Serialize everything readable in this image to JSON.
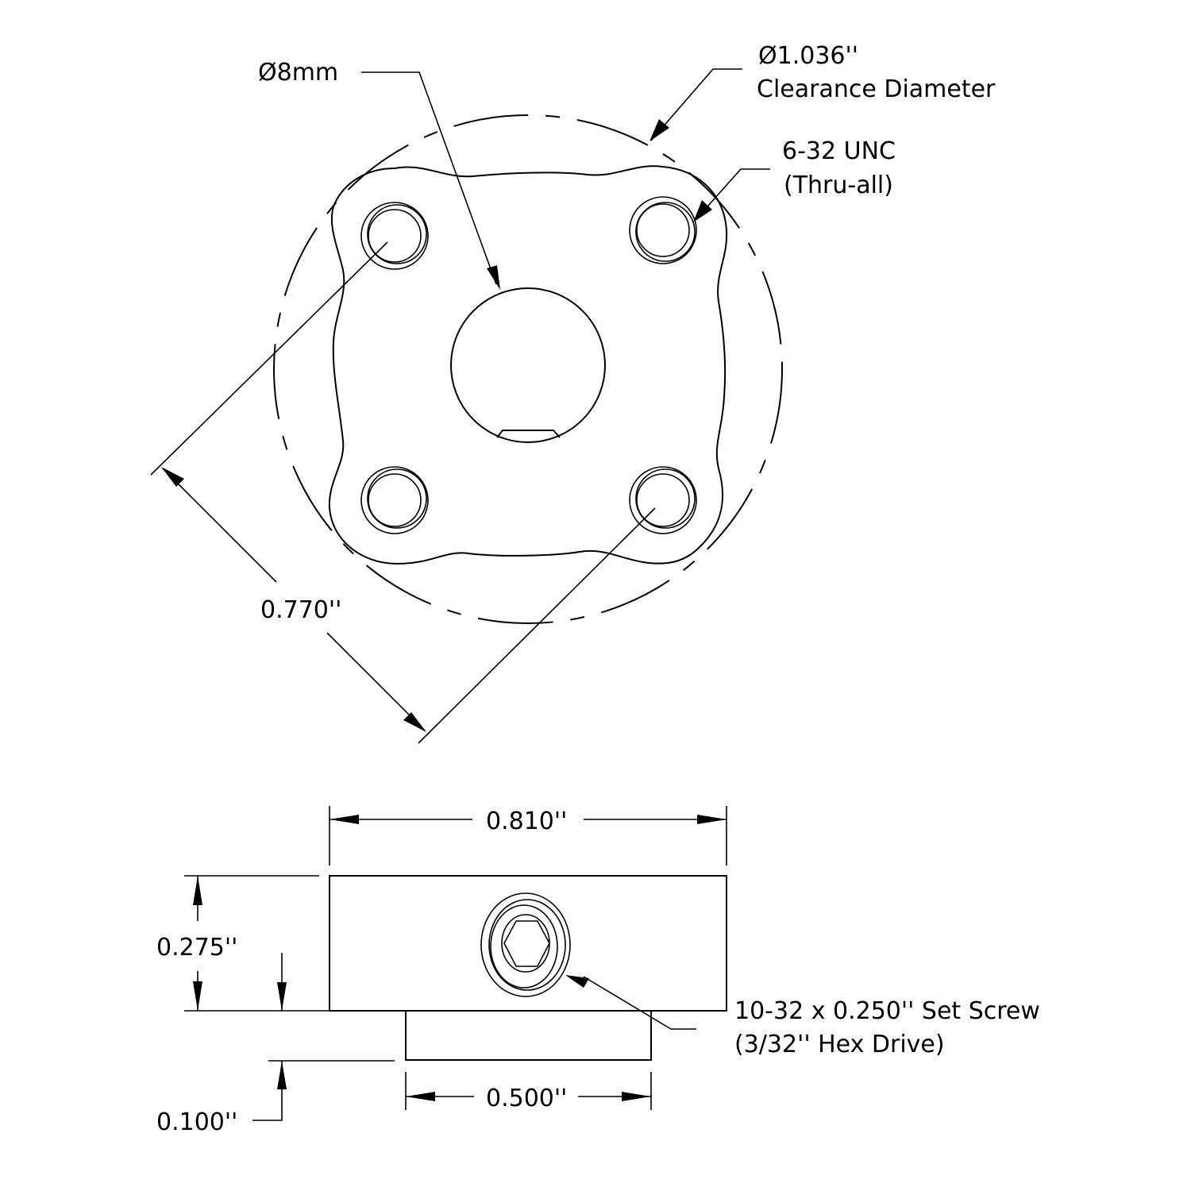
{
  "drawing": {
    "title": "Hub mechanical drawing",
    "line_color": "#000000",
    "background": "#ffffff"
  },
  "front_view": {
    "bore_label": "Ø8mm",
    "clearance": {
      "line1": "Ø1.036''",
      "line2": "Clearance Diameter"
    },
    "holes": {
      "line1": "6-32 UNC",
      "line2": "(Thru-all)"
    },
    "bolt_spacing_label": "0.770''"
  },
  "side_view": {
    "width_label": "0.810''",
    "height_label": "0.275''",
    "boss_height_label": "0.100''",
    "boss_width_label": "0.500''",
    "set_screw": {
      "line1": "10-32 x 0.250'' Set Screw",
      "line2": "(3/32'' Hex Drive)"
    }
  }
}
